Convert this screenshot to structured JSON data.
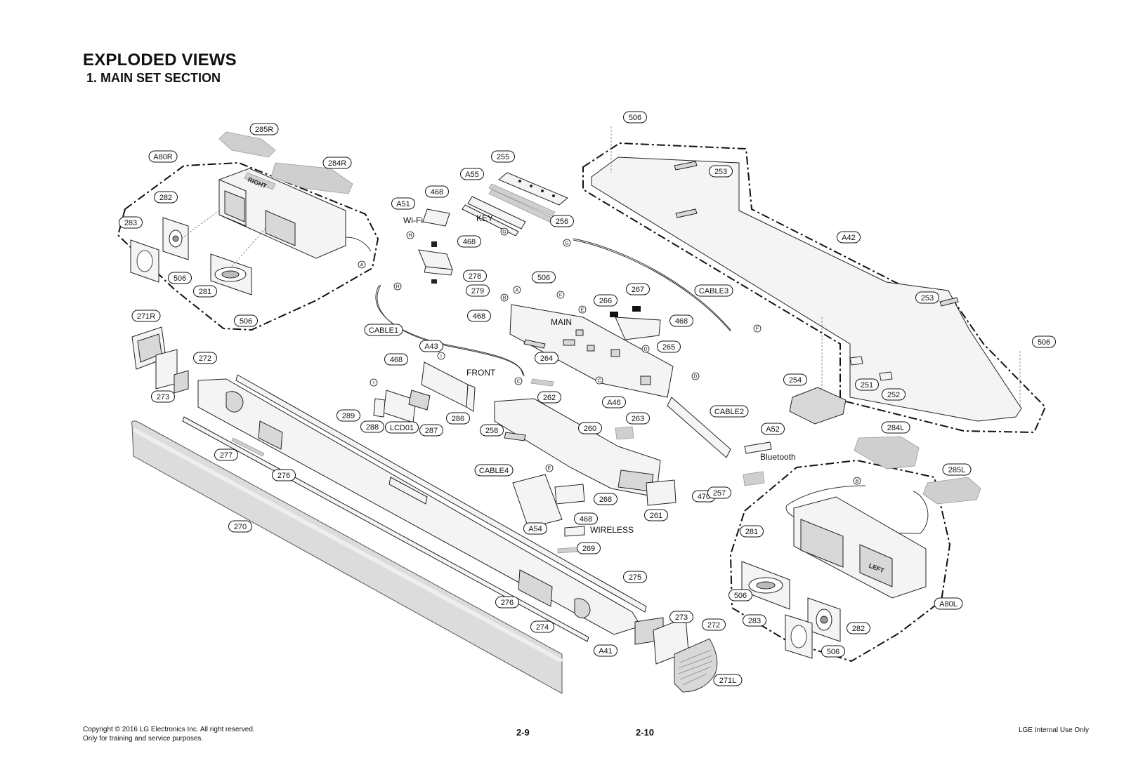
{
  "header": {
    "title": "EXPLODED VIEWS",
    "section": "1. MAIN SET SECTION"
  },
  "footer": {
    "copyright": "Copyright © 2016 LG Electronics Inc. All right reserved.",
    "training_note": "Only for training and service purposes.",
    "page_left": "2-9",
    "page_right": "2-10",
    "internal": "LGE Internal Use Only"
  },
  "part_labels": [
    "506",
    "285R",
    "A80R",
    "284R",
    "255",
    "A55",
    "253",
    "468",
    "A51",
    "256",
    "282",
    "283",
    "468",
    "A42",
    "278",
    "506",
    "279",
    "506",
    "281",
    "506",
    "267",
    "CABLE3",
    "266",
    "253",
    "271R",
    "468",
    "468",
    "506",
    "CABLE1",
    "272",
    "A43",
    "264",
    "265",
    "468",
    "254",
    "251",
    "252",
    "273",
    "262",
    "A46",
    "CABLE2",
    "286",
    "289",
    "288",
    "LCD01",
    "287",
    "258",
    "260",
    "263",
    "A52",
    "284L",
    "285L",
    "277",
    "276",
    "CABLE4",
    "268",
    "470",
    "257",
    "261",
    "270",
    "468",
    "281",
    "A54",
    "269",
    "275",
    "506",
    "276",
    "A80L",
    "283",
    "282",
    "273",
    "274",
    "272",
    "A41",
    "506",
    "271L"
  ],
  "text_tags": [
    "Wi-Fi",
    "KEY",
    "MAIN",
    "FRONT",
    "Bluetooth",
    "WIRELESS",
    "RIGHT",
    "LEFT"
  ],
  "connector_refs": [
    "A",
    "B",
    "C",
    "D",
    "E",
    "F",
    "G",
    "H",
    "I"
  ]
}
